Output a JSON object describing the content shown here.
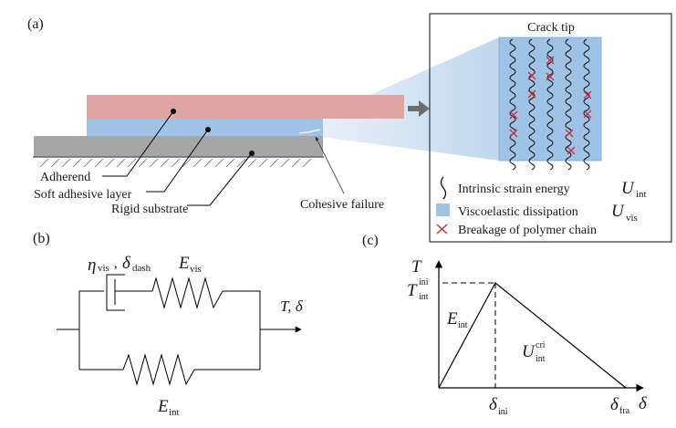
{
  "panel_a": {
    "label": "(a)",
    "layers": {
      "adherend": "Adherend",
      "adhesive": "Soft adhesive layer",
      "substrate": "Rigid substrate"
    },
    "failure": "Cohesive failure",
    "zoom_box": {
      "title": "Crack tip",
      "legend": [
        {
          "text": "Intrinsic strain energy",
          "symbol": "U",
          "sub": "int"
        },
        {
          "text": "Viscoelastic dissipation",
          "symbol": "U",
          "sub": "vis"
        },
        {
          "text": "Breakage of polymer chain"
        }
      ]
    },
    "colors": {
      "adherend": "#dea5a3",
      "adhesive": "#9fc3e6",
      "substrate": "#a6a6a6",
      "breakage": "#c8323c",
      "arrow": "#6b6f73"
    }
  },
  "panel_b": {
    "label": "(b)",
    "eta": "η",
    "eta_sub": "vis",
    "delta_dash": "δ",
    "delta_dash_sub": "dash",
    "E_vis": "E",
    "E_vis_sub": "vis",
    "E_int": "E",
    "E_int_sub": "int",
    "output": "T,  δ"
  },
  "panel_c": {
    "label": "(c)",
    "y_axis": "T",
    "x_axis": "δ",
    "peak": "T",
    "peak_sub": "int",
    "peak_sup": "ini",
    "slope": "E",
    "slope_sub": "int",
    "area": "U",
    "area_sub": "int",
    "area_sup": "cri",
    "x_ini": "δ",
    "x_ini_sub": "ini",
    "x_fra": "δ",
    "x_fra_sub": "fra"
  }
}
